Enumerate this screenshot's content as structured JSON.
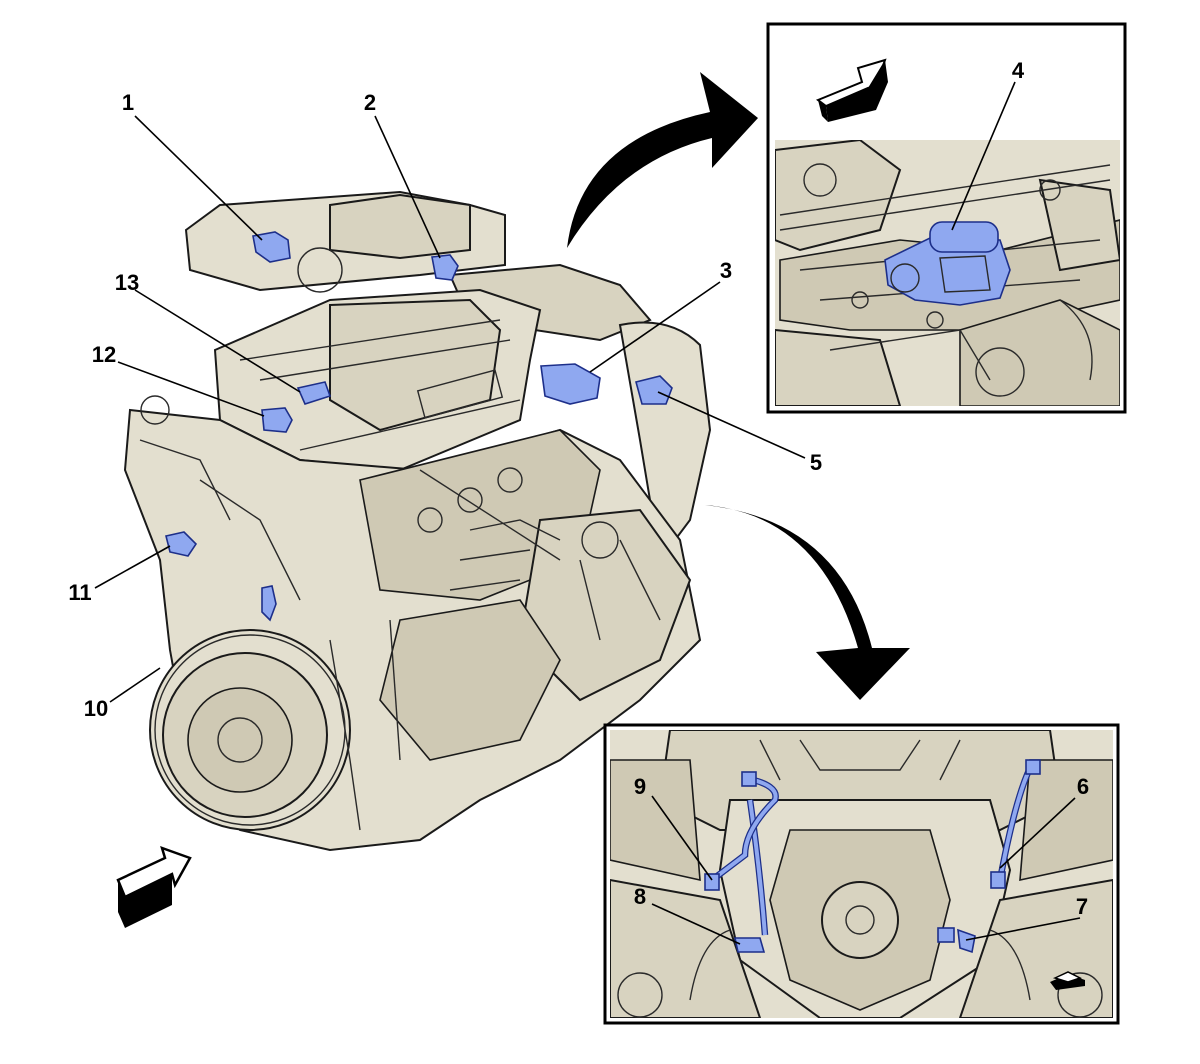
{
  "callouts": {
    "c1": "1",
    "c2": "2",
    "c3": "3",
    "c4": "4",
    "c5": "5",
    "c6": "6",
    "c7": "7",
    "c8": "8",
    "c9": "9",
    "c10": "10",
    "c11": "11",
    "c12": "12",
    "c13": "13"
  },
  "colors": {
    "engine_fill": "#e3dfcf",
    "highlight_blue": "#8fa8f0",
    "outline": "#1a1a1a",
    "background": "#ffffff"
  },
  "icons": {
    "view_arrow_main": "view-direction-arrow",
    "view_arrow_top_inset": "view-direction-arrow",
    "view_arrow_bottom_inset": "view-direction-arrow",
    "curved_arrow_top": "curved-arrow",
    "curved_arrow_bottom": "curved-arrow"
  }
}
